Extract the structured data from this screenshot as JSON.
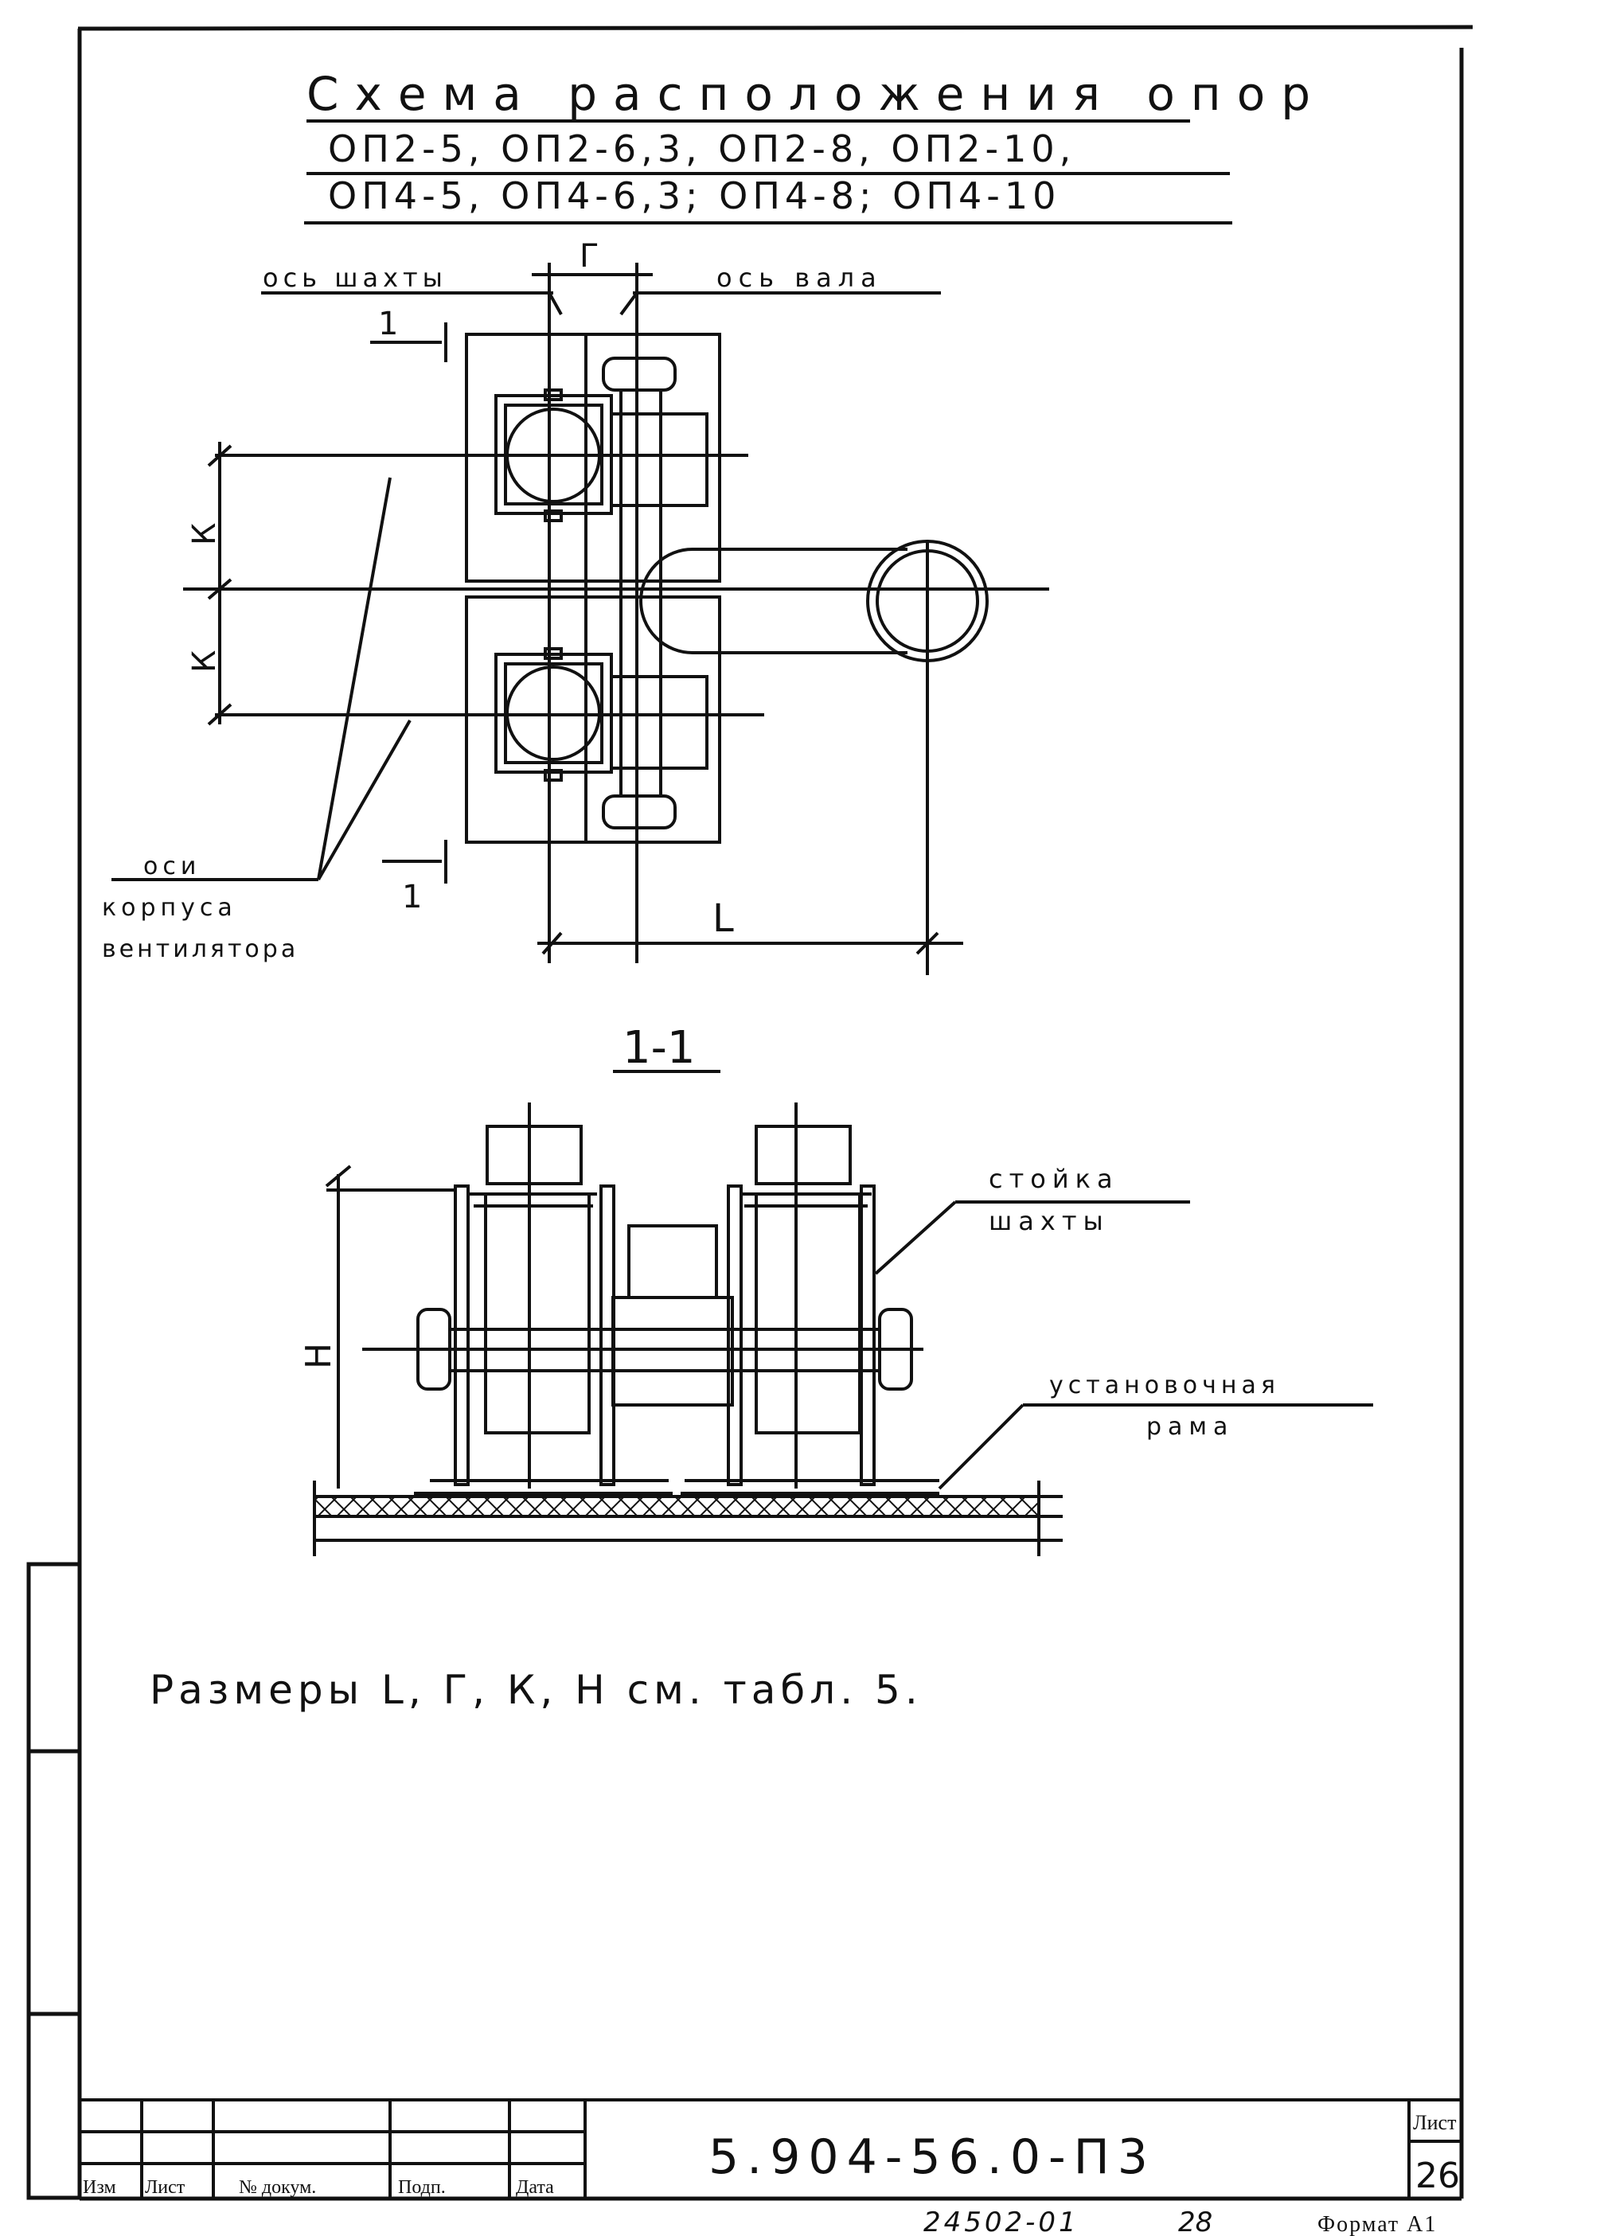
{
  "title": {
    "line1": "Схема расположения опор",
    "line2": "ОП2-5, ОП2-6,3, ОП2-8, ОП2-10,",
    "line3": "ОП4-5, ОП4-6,3; ОП4-8; ОП4-10"
  },
  "plan": {
    "label_shaft_axis": "ось шахты",
    "label_shaft_axis_dim": "Г",
    "label_shaft_axis_right": "ось вала",
    "section_mark_top": "1",
    "section_mark_bottom": "1",
    "dim_k_top": "К",
    "dim_k_bottom": "К",
    "dim_l": "L",
    "label_axes": [
      "оси",
      "корпуса",
      "вентилятора"
    ]
  },
  "section": {
    "title": "1-1",
    "label_stand": [
      "стойка",
      "шахты"
    ],
    "label_frame": [
      "установочная",
      "рама"
    ],
    "dim_h": "Н"
  },
  "note": "Размеры L, Г, К, Н см. табл. 5.",
  "stamp": {
    "headers": [
      "Изм",
      "Лист",
      "№ докум.",
      "Подп.",
      "Дата"
    ],
    "doc_code": "5.904-56.0-П3",
    "sheet_label": "Лист",
    "sheet_number": "26"
  },
  "footer": {
    "inventory": "24502-01",
    "page": "28",
    "format": "Формат А1"
  }
}
